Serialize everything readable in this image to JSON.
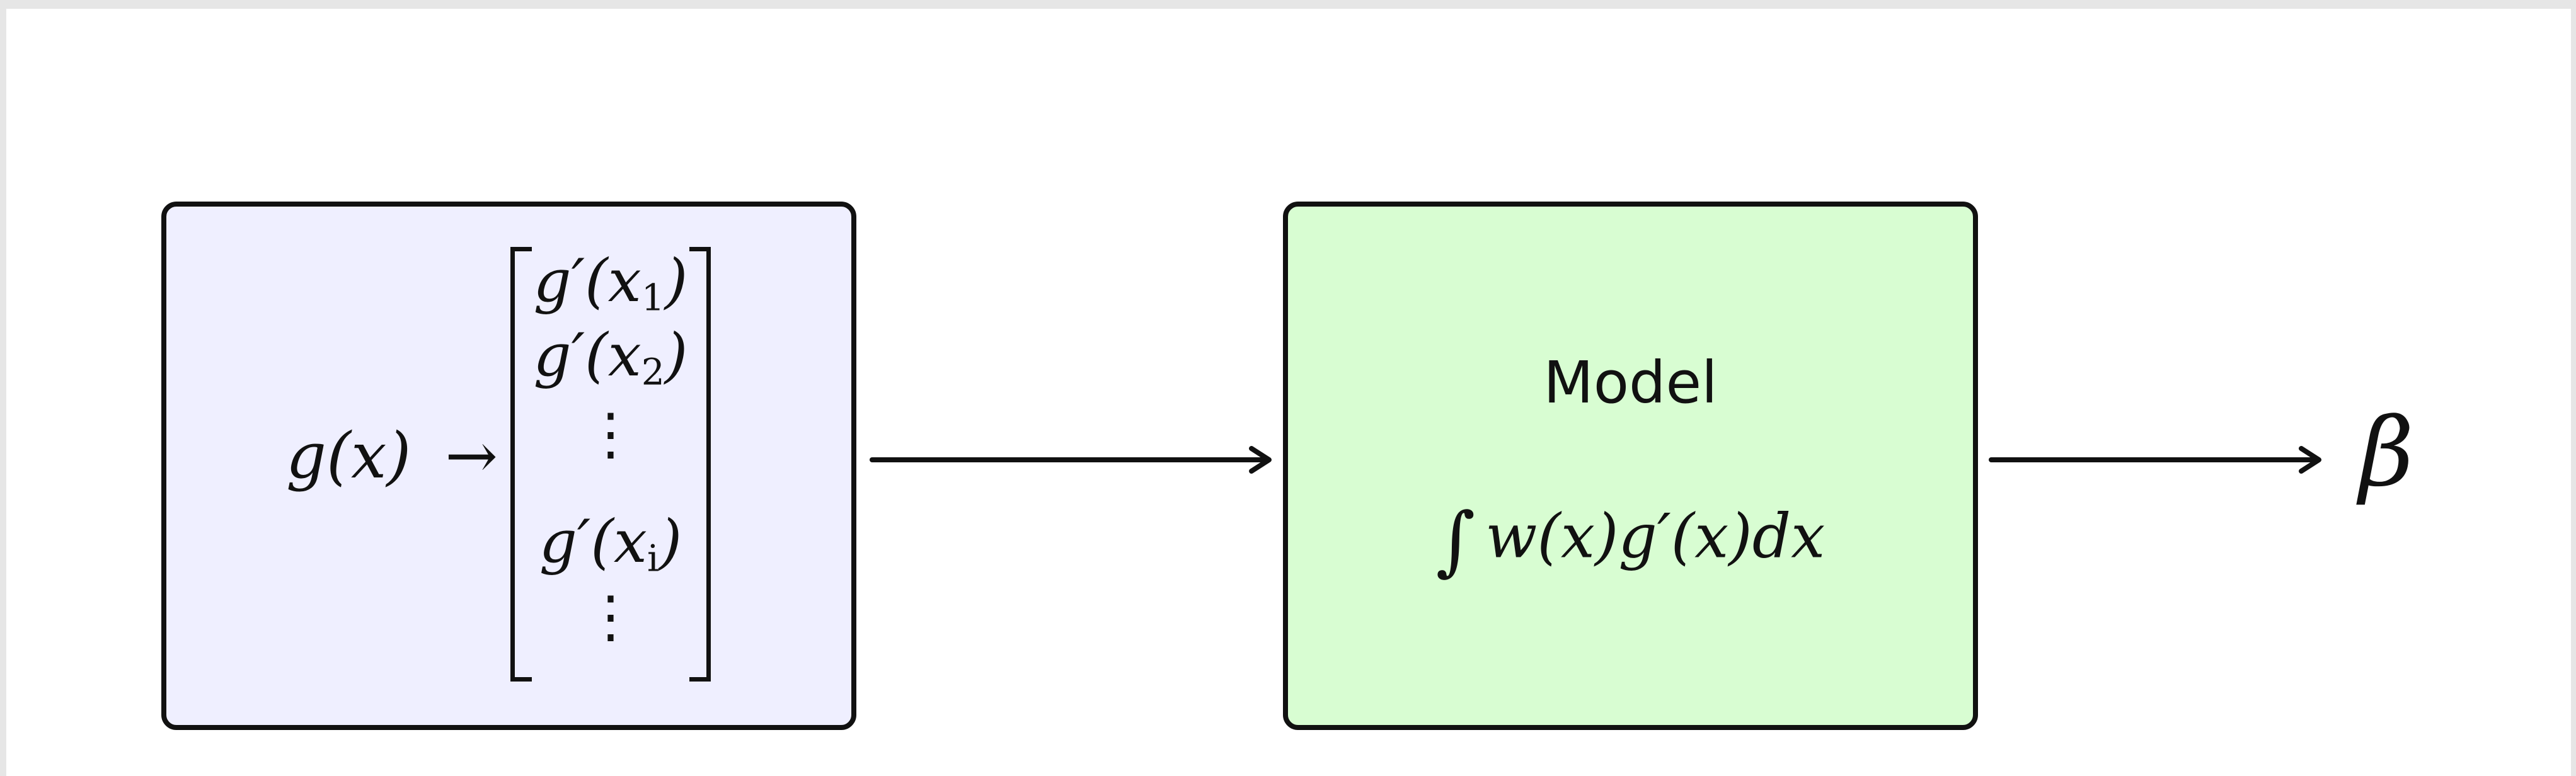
{
  "diagram": {
    "input": {
      "function": "g(x)",
      "arrow": "→",
      "vector": {
        "entries": [
          {
            "base": "g′(x",
            "sub": "1",
            "close": ")"
          },
          {
            "base": "g′(x",
            "sub": "2",
            "close": ")"
          },
          {
            "dots": "⋮"
          },
          {
            "base": "g′(x",
            "sub": "i",
            "close": ")"
          },
          {
            "dots": "⋮"
          }
        ]
      }
    },
    "model": {
      "label": "Model",
      "integral_sign": "∫",
      "integrand": "w(x)g′(x)dx"
    },
    "output": {
      "symbol": "β"
    },
    "colors": {
      "input_box_fill": "#efefff",
      "model_box_fill": "#d8fdd2",
      "stroke": "#111111"
    }
  }
}
